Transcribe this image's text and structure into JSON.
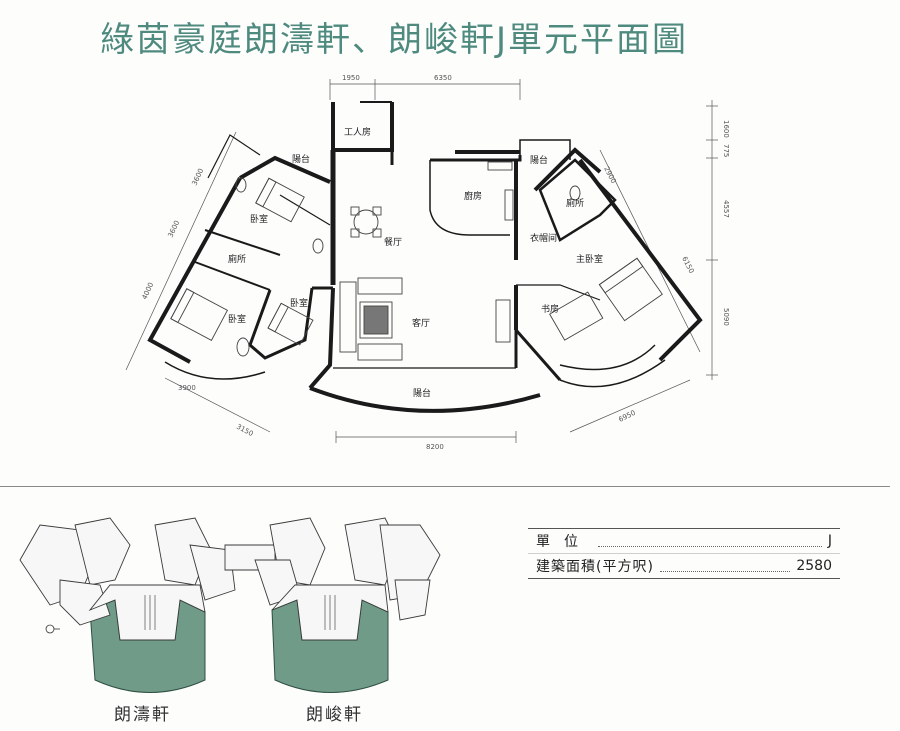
{
  "title": "綠茵豪庭朗濤軒、朗峻軒J單元平面圖",
  "dimensions": {
    "top_left": "1950",
    "top_right": "6350",
    "left_upper": "3600",
    "left_mid": "3600",
    "left_lower": "4000",
    "bottom_left": "3900",
    "bottom_left2": "3150",
    "bottom_center": "8200",
    "bottom_right": "6950",
    "right_1": "1600",
    "right_2": "775",
    "right_3": "2900",
    "right_4": "4557",
    "right_5": "6150",
    "right_6": "5090"
  },
  "rooms": {
    "servant_room": "工人房",
    "balcony_left": "陽台",
    "balcony_right": "陽台",
    "balcony_bottom": "陽台",
    "bedroom_1": "卧室",
    "bedroom_2": "卧室",
    "bedroom_3": "卧室",
    "bathroom_left": "廁所",
    "bathroom_right": "廁所",
    "dining": "餐厅",
    "living": "客厅",
    "kitchen": "廚房",
    "closet": "衣帽间",
    "master_bedroom": "主卧室",
    "study": "书房"
  },
  "info": {
    "unit_label": "單位",
    "unit_value": "J",
    "area_label": "建築面積(平方呎)",
    "area_value": "2580"
  },
  "towers": {
    "tower_1": "朗濤軒",
    "tower_2": "朗峻軒"
  },
  "colors": {
    "title": "#4f8a7f",
    "highlight": "#6f9b88",
    "wall": "#1a1a1a"
  }
}
